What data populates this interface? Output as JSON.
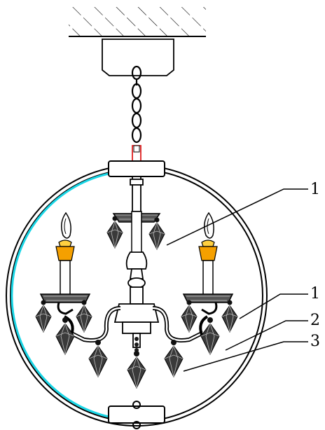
{
  "callouts": [
    {
      "id": "callout-1-crystal",
      "text": "1"
    },
    {
      "id": "callout-1-ring",
      "text": "1"
    },
    {
      "id": "callout-2-arm",
      "text": "2"
    },
    {
      "id": "callout-3-pendant",
      "text": "3"
    }
  ],
  "colors": {
    "line": "#000000",
    "ring_highlight": "#19d6e6",
    "candle_base": "#f5a000",
    "bulb_tip": "#ffd040",
    "hook": "#e02020",
    "crystal_fill": "#2b2b2b"
  }
}
